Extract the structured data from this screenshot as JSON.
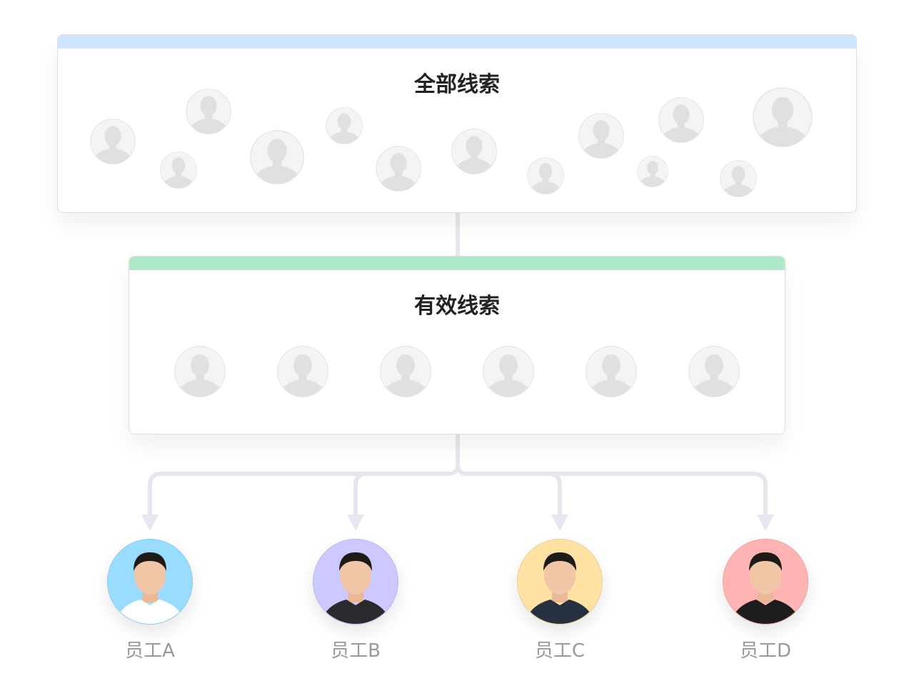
{
  "all_leads": {
    "title": "全部线索",
    "accent": "#cde5ff",
    "placeholder_count": 13
  },
  "valid_leads": {
    "title": "有效线索",
    "accent": "#ade8c8",
    "placeholder_count": 6
  },
  "employees": [
    {
      "name": "员工A",
      "bg": "#9adcff",
      "shirt": "#ffffff"
    },
    {
      "name": "员工B",
      "bg": "#cbc9ff",
      "shirt": "#2a2a2e"
    },
    {
      "name": "员工C",
      "bg": "#ffe2a3",
      "shirt": "#27303e"
    },
    {
      "name": "员工D",
      "bg": "#ffb3b3",
      "shirt": "#1d1d1d"
    }
  ],
  "connector_color": "#e6e6ee"
}
